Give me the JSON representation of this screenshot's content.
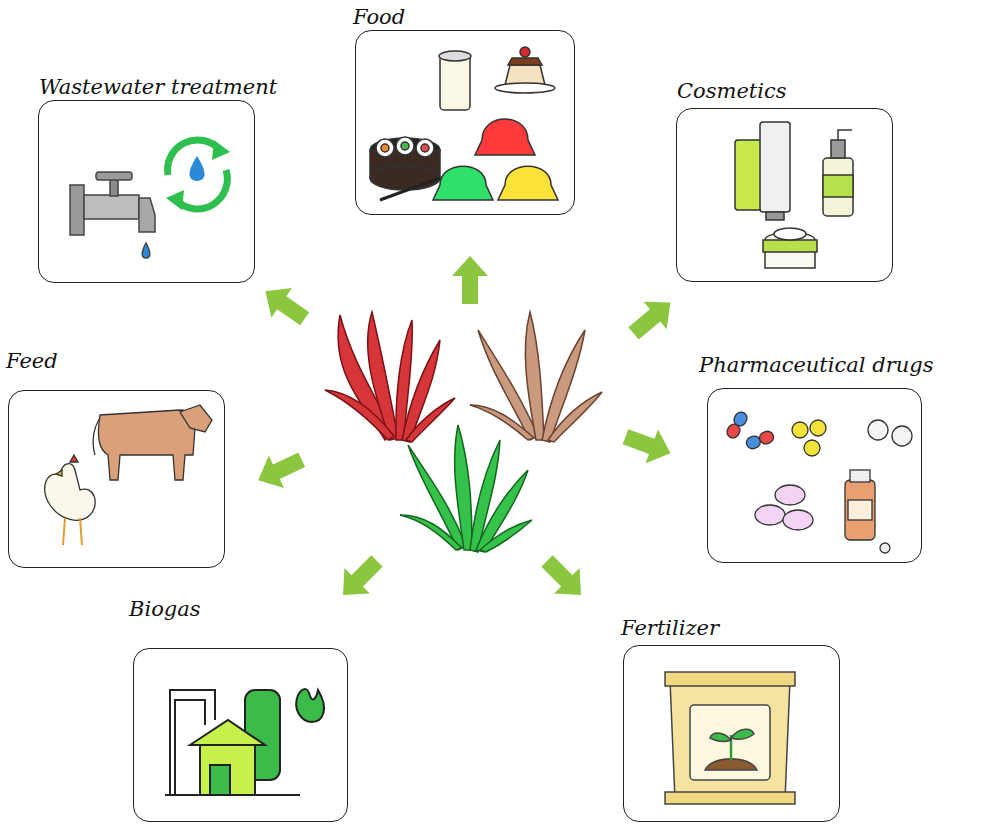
{
  "diagram": {
    "nodes": [
      {
        "text": [
          "Food"
        ]
      },
      {
        "text": [
          "Wastewater treatment"
        ]
      },
      {
        "text": [
          "Cosmetics"
        ]
      },
      {
        "text": [
          "Feed"
        ]
      },
      {
        "text": [
          "Pharmaceutical drugs"
        ]
      },
      {
        "text": [
          "Biogas"
        ]
      },
      {
        "text": [
          "Fertilizer"
        ]
      }
    ]
  }
}
